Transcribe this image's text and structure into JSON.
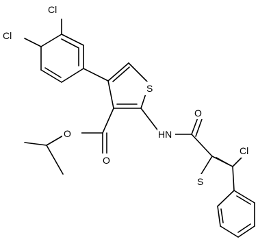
{
  "diagram": {
    "atom_labels": {
      "cl_a": "Cl",
      "cl_b": "Cl",
      "s_thiophene": "S",
      "o_ester_carbonyl": "O",
      "o_ester_ether": "O",
      "nh": "HN",
      "o_amide": "O",
      "cl_c": "Cl",
      "s_benzothiophene": "S"
    }
  }
}
